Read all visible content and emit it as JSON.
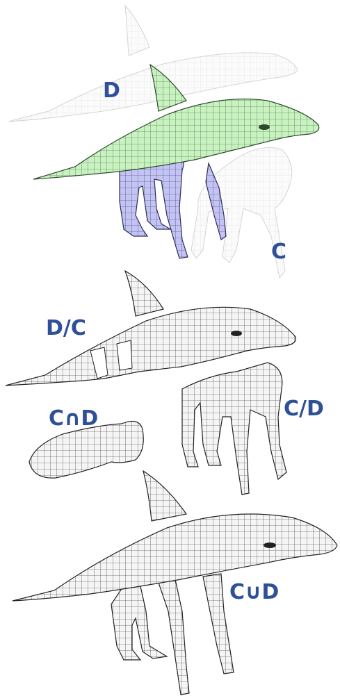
{
  "labels": {
    "d": "D",
    "c": "C",
    "d_minus_c": "D/C",
    "c_intersect_d": "C∩D",
    "c_minus_d": "C/D",
    "c_union_d": "C∪D"
  },
  "colors": {
    "label": "#2f4f99",
    "dolphin_fill": "#c8f2c0",
    "chimp_fill": "#c4c4f4",
    "ghost_stroke": "#d6d6d6",
    "mesh_stroke": "#222222",
    "mesh_fill": "#f4f4f4"
  }
}
